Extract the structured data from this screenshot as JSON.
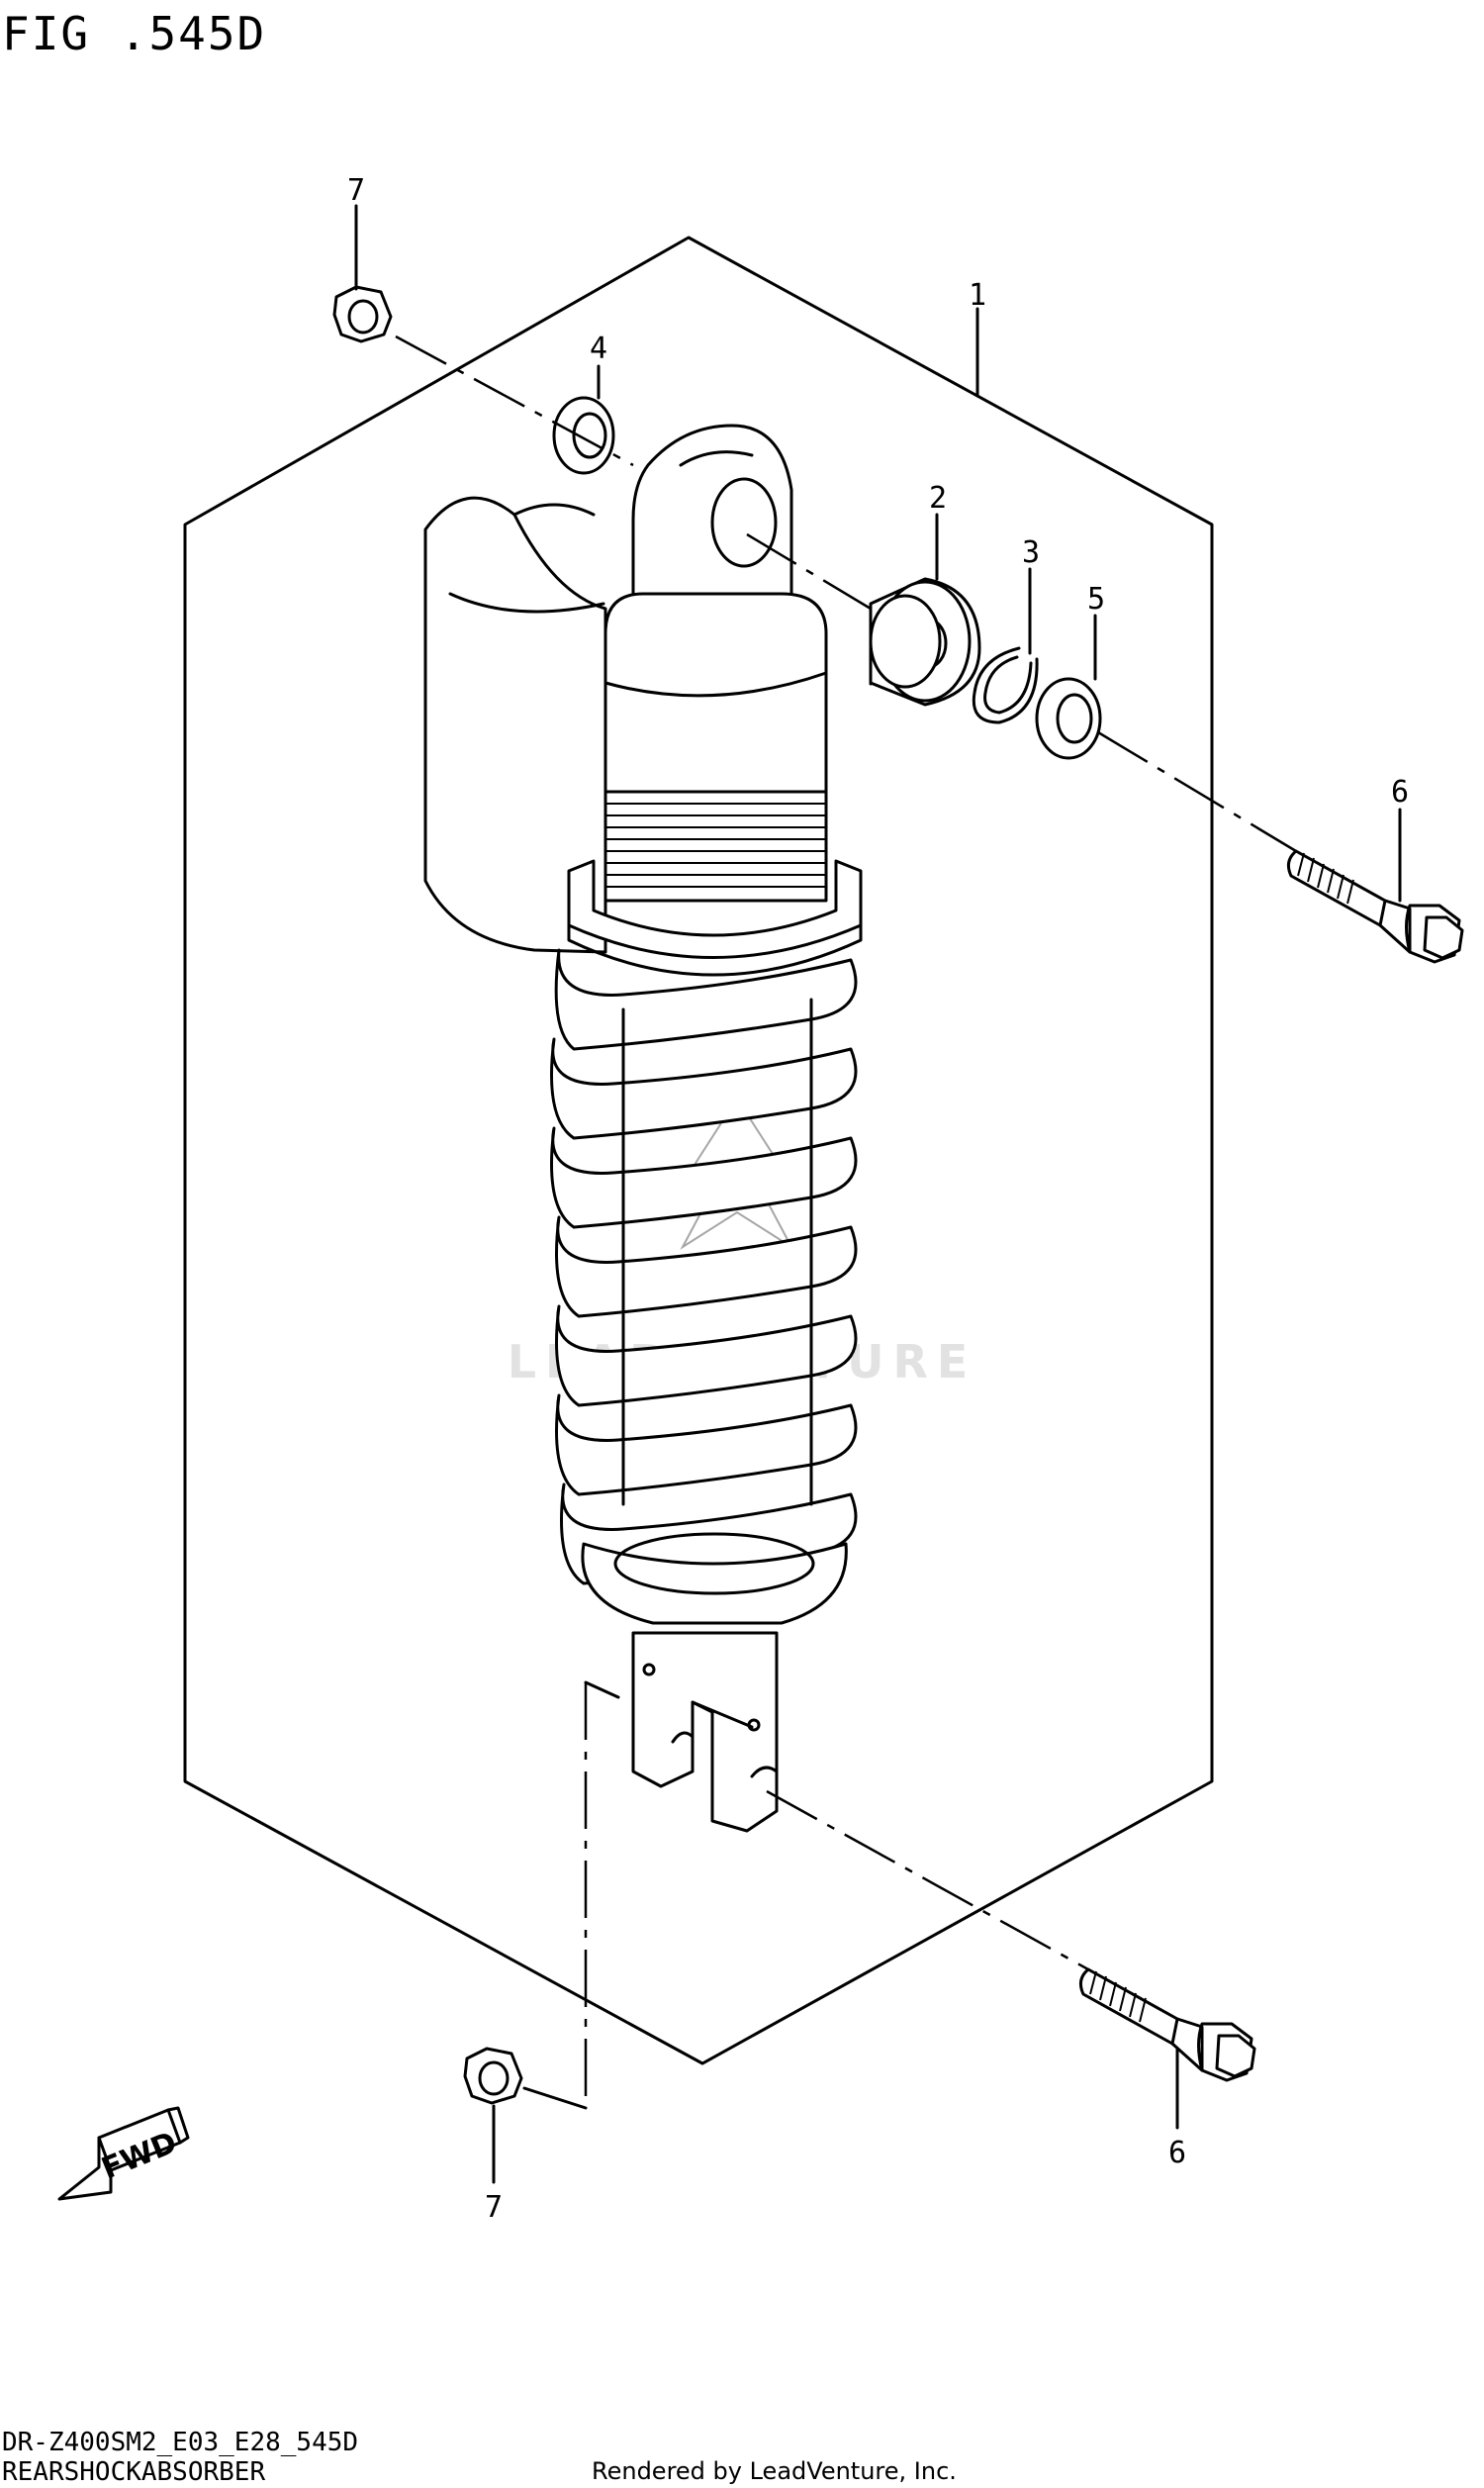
{
  "figure_title": "FIG .545D",
  "model_code": "DR-Z400SM2_E03_E28_545D",
  "section_name": "REARSHOCKABSORBER",
  "render_credit": "Rendered by LeadVenture, Inc.",
  "watermark": "LEADVENTURE",
  "fwd_label": "FWD",
  "callouts": {
    "c1": "1",
    "c2": "2",
    "c3": "3",
    "c4": "4",
    "c5": "5",
    "c6_top": "6",
    "c6_bottom": "6",
    "c7_top": "7",
    "c7_bottom": "7"
  }
}
